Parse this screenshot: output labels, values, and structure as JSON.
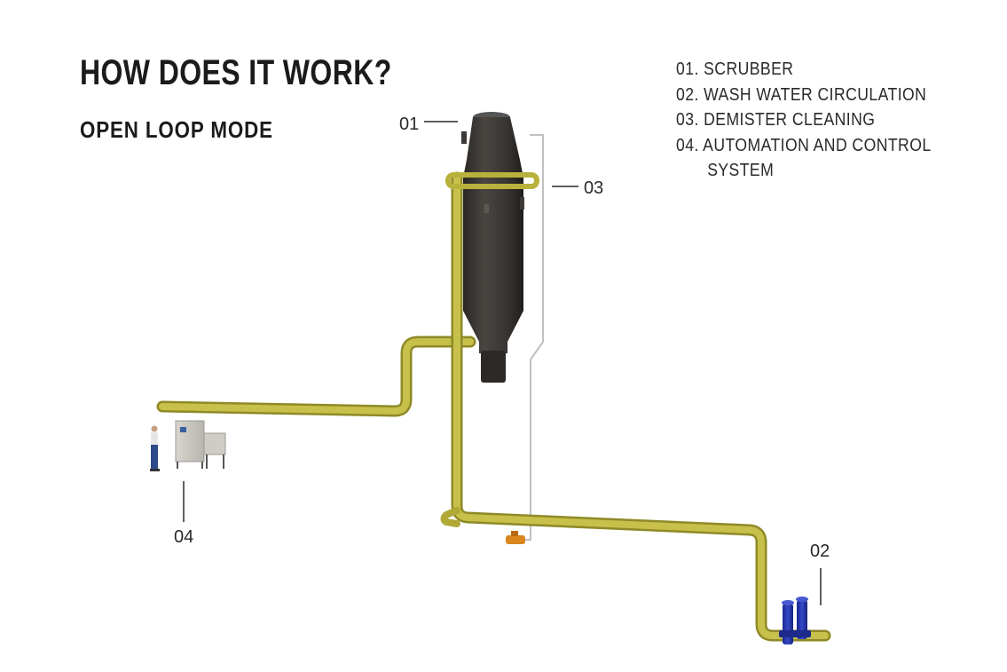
{
  "title": "HOW DOES IT WORK?",
  "subtitle": "OPEN LOOP MODE",
  "legend": [
    "01. SCRUBBER",
    "02. WASH WATER CIRCULATION",
    "03. DEMISTER CLEANING",
    "04. AUTOMATION AND CONTROL",
    "SYSTEM"
  ],
  "callouts": {
    "scrubber": "01",
    "wash_water": "02",
    "demister": "03",
    "automation": "04"
  },
  "colors": {
    "pipe": "#b8b13c",
    "scrubber_body": "#3a3633",
    "pump": "#2435a8",
    "valve": "#d9861c",
    "cabinet": "#c9c6c0",
    "thin_line": "#bdbdbd"
  }
}
